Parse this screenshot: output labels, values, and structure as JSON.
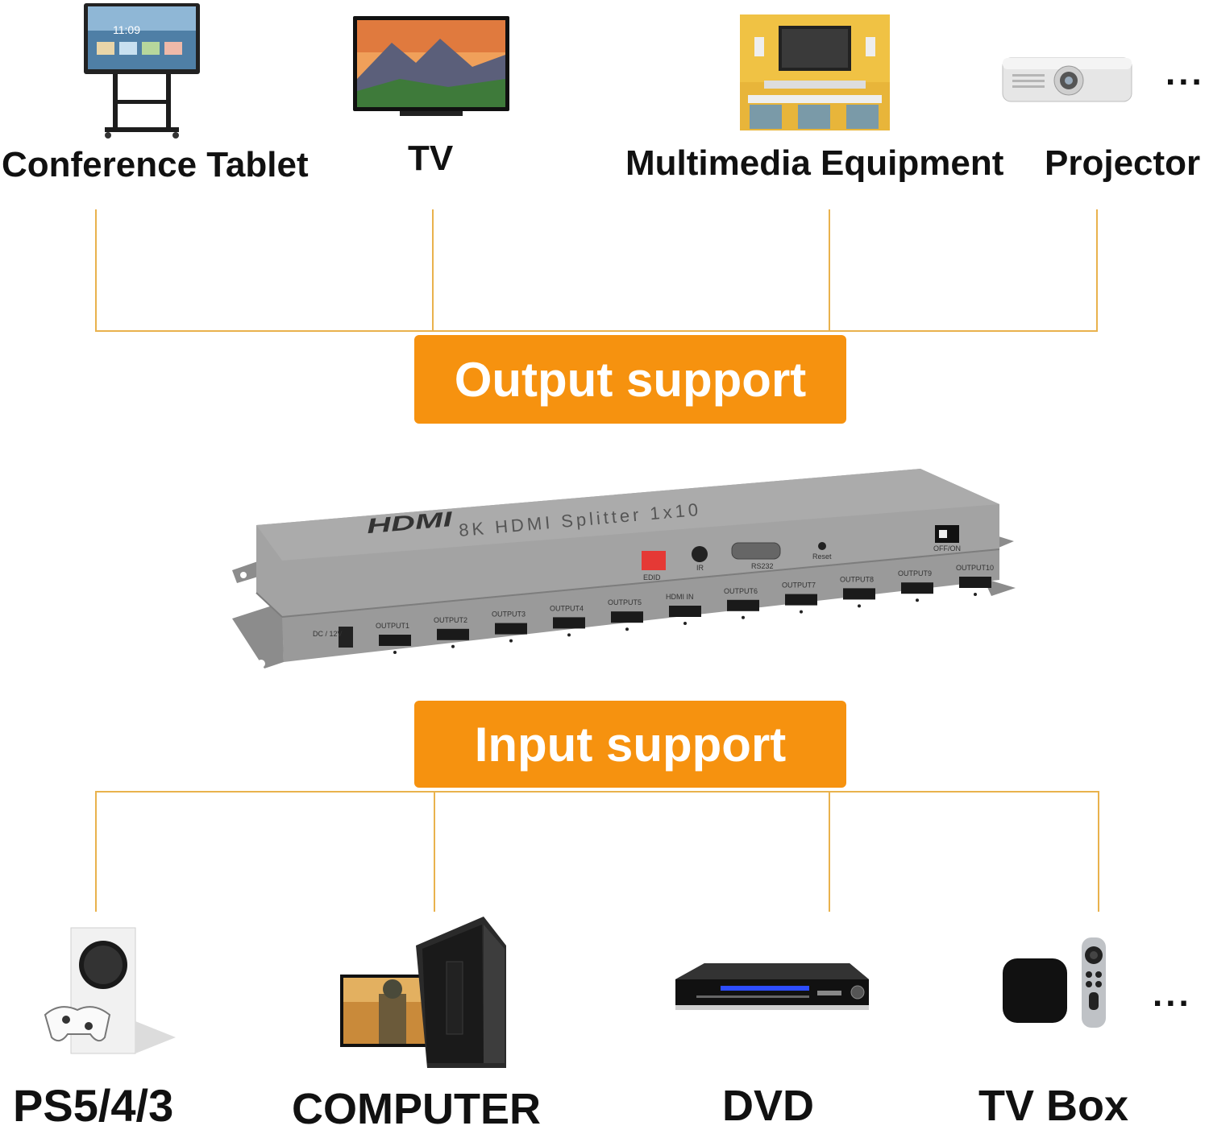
{
  "outputs": {
    "banner": "Output support",
    "devices": [
      {
        "label": "Conference Tablet",
        "icon": "conference-tablet-icon"
      },
      {
        "label": "TV",
        "icon": "tv-icon"
      },
      {
        "label": "Multimedia Equipment",
        "icon": "multimedia-room-icon"
      },
      {
        "label": "Projector",
        "icon": "projector-icon"
      }
    ],
    "more": "..."
  },
  "inputs": {
    "banner": "Input support",
    "devices": [
      {
        "label": "PS5/4/3",
        "icon": "game-console-icon"
      },
      {
        "label": "COMPUTER",
        "icon": "computer-icon"
      },
      {
        "label": "DVD",
        "icon": "dvd-player-icon"
      },
      {
        "label": "TV Box",
        "icon": "tv-box-icon"
      }
    ],
    "more": "..."
  },
  "device": {
    "logo": "HDMI",
    "model": "8K HDMI Splitter 1x10",
    "top_ports": [
      "EDID",
      "IR",
      "RS232",
      "Reset",
      "OFF/ON"
    ],
    "front_ports": [
      "OUTPUT1",
      "OUTPUT2",
      "OUTPUT3",
      "OUTPUT4",
      "OUTPUT5",
      "HDMI IN",
      "OUTPUT6",
      "OUTPUT7",
      "OUTPUT8",
      "OUTPUT9",
      "OUTPUT10"
    ],
    "power": "DC / 12V"
  },
  "colors": {
    "accent": "#f6920f",
    "connector_line": "#e9b24d",
    "device_body": "#9a9a9a"
  }
}
